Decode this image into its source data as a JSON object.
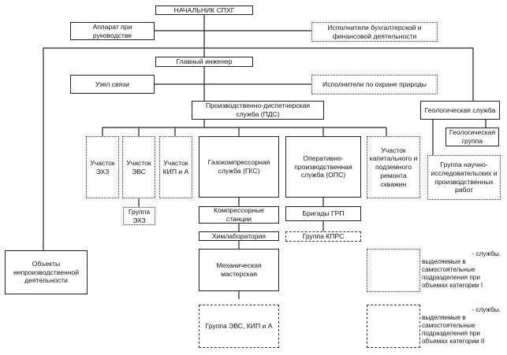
{
  "diagram": {
    "head": "НАЧАЛЬНИК СПХГ",
    "apparatus": "Аппарат при руководстве",
    "accounting": "Исполнители бухгалтерской и финансовой деятельности",
    "chief_engineer": "Главный инженер",
    "comm_node": "Узел связи",
    "eco": "Исполнители по охране природы",
    "pds": "Производственно-диспетчерская служба (ПДС)",
    "geo_service": "Геологическая служба",
    "geo_group": "Геологическая группа",
    "research_group": "Группа научно-исследовательских и производственных работ",
    "uch_ehz": "Участок ЭХЗ",
    "uch_evs": "Участок ЭВС",
    "uch_kip": "Участок КИП и А",
    "group_ehz": "Группа ЭХЗ",
    "gks": "Газокомпрессорная служба (ГКС)",
    "compressor_stations": "Компрессорные станции",
    "chemlab": "Химлаборатория",
    "mech_workshop": "Механическая мастерская",
    "group_evs_kip": "Группа ЭВС, КИП и А",
    "ops": "Оперативно-производственная служба (ОПС)",
    "brigades_grp": "Бригады ГРП",
    "group_kprs": "Группа КПРС",
    "capital_repair": "Участок капитального и подземного ремонта скважин",
    "non_production": "Объекты непроизводственной деятельности"
  },
  "legend": [
    {
      "style": "dotted",
      "lines": [
        "- службы,",
        "выделяемые в",
        "самостоятельные",
        "подразделения при",
        "объемах категории I"
      ]
    },
    {
      "style": "dash-dot",
      "lines": [
        "- службы,",
        "выделяемые в",
        "самостоятельные",
        "подразделения при",
        "объемах категории II"
      ]
    }
  ]
}
